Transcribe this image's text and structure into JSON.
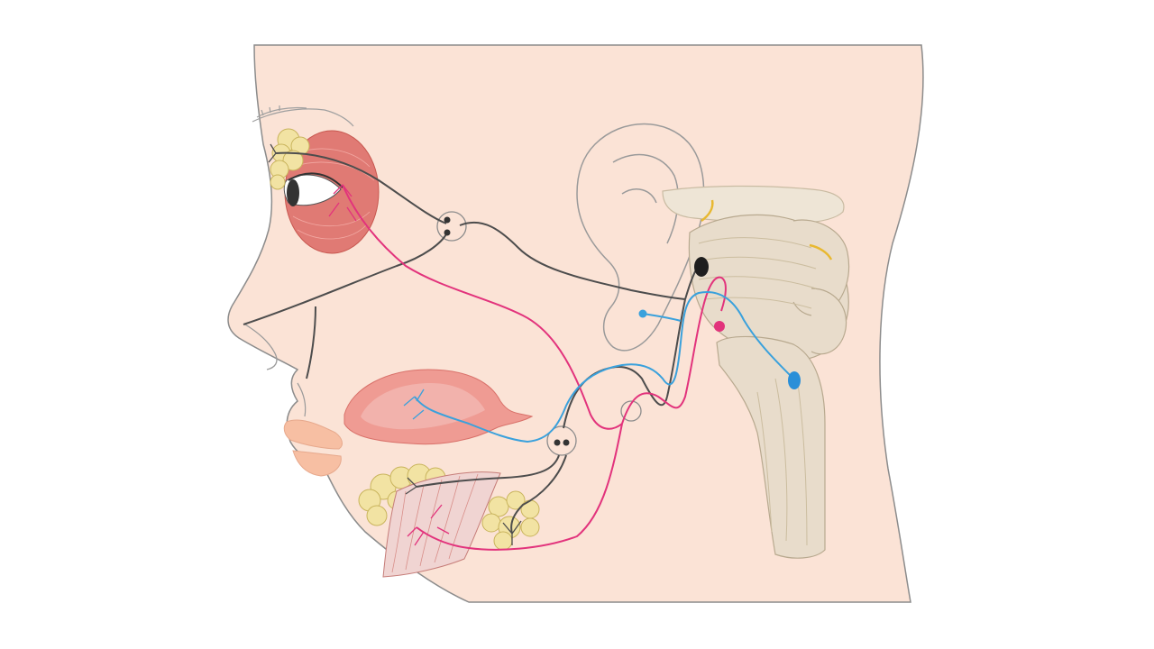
{
  "diagram": {
    "colors": {
      "background": "#ffffff",
      "skin": "#fbe3d6",
      "skin_outline": "#8c8c8c",
      "muscle": "#e07a74",
      "muscle_light": "#f4c2bd",
      "gland": "#f2e3a3",
      "gland_outline": "#c9b45c",
      "brainstem": "#e8dccb",
      "brainstem_outline": "#b8a98f",
      "nerve_black": "#4d4d4d",
      "nerve_magenta": "#e2337c",
      "nerve_blue": "#3aa1dc",
      "nucleus_yellow": "#e8b830"
    },
    "nerve_pathways": [
      {
        "color_name": "black",
        "icon": "motor-nerve-path"
      },
      {
        "color_name": "magenta",
        "icon": "parasympathetic-nerve-path"
      },
      {
        "color_name": "blue",
        "icon": "sensory-nerve-path"
      }
    ]
  }
}
